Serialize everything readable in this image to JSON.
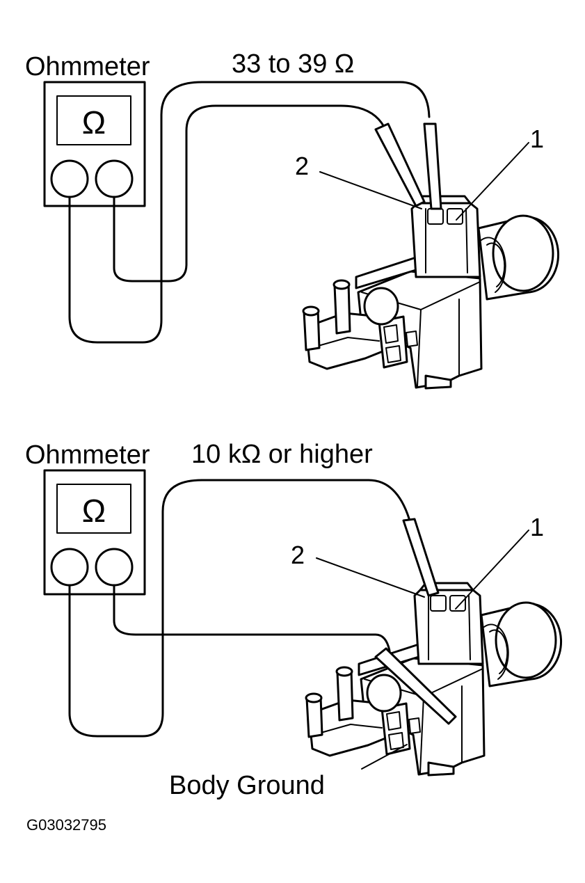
{
  "top_panel": {
    "meter_label": "Ohmmeter",
    "value_label": "33 to 39 Ω",
    "meter_symbol": "Ω",
    "callout_1": "1",
    "callout_2": "2"
  },
  "bottom_panel": {
    "meter_label": "Ohmmeter",
    "value_label": "10 kΩ or higher",
    "meter_symbol": "Ω",
    "callout_1": "1",
    "callout_2": "2",
    "ground_label": "Body Ground"
  },
  "figure_code": "G03032795"
}
